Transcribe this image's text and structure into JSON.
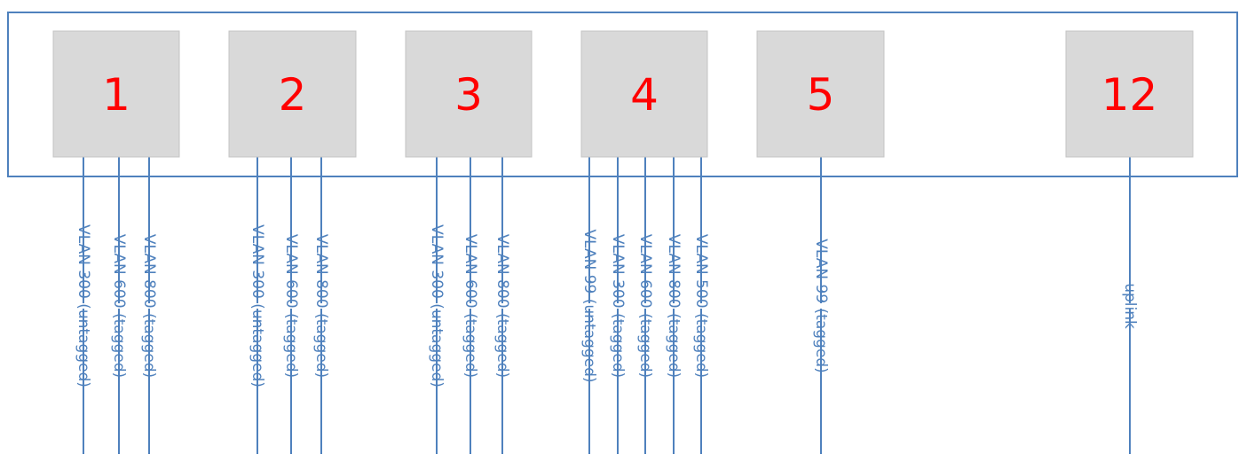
{
  "colors": {
    "switch_border": "#4f81bd",
    "port_fill": "#d9d9d9",
    "port_border": "#c4c4c4",
    "port_label": "#ff0000",
    "line": "#4f81bd",
    "vlan_text": "#4f81bd"
  },
  "ports": [
    {
      "label": "1",
      "vlans": [
        "VLAN 300 (untagged)",
        "VLAN 600 (tagged)",
        "VLAN 800 (tagged)"
      ]
    },
    {
      "label": "2",
      "vlans": [
        "VLAN 300 (untagged)",
        "VLAN 600 (tagged)",
        "VLAN 800 (tagged)"
      ]
    },
    {
      "label": "3",
      "vlans": [
        "VLAN 300 (untagged)",
        "VLAN 600 (tagged)",
        "VLAN 800 (tagged)"
      ]
    },
    {
      "label": "4",
      "vlans": [
        "VLAN 99 (untagged)",
        "VLAN 300 (tagged)",
        "VLAN 600 (tagged)",
        "VLAN 800 (tagged)",
        "VLAN 500 (tagged)"
      ]
    },
    {
      "label": "5",
      "vlans": [
        "VLAN 99 (tagged)"
      ]
    },
    {
      "label": "12",
      "vlans": [
        "uplink"
      ]
    }
  ]
}
